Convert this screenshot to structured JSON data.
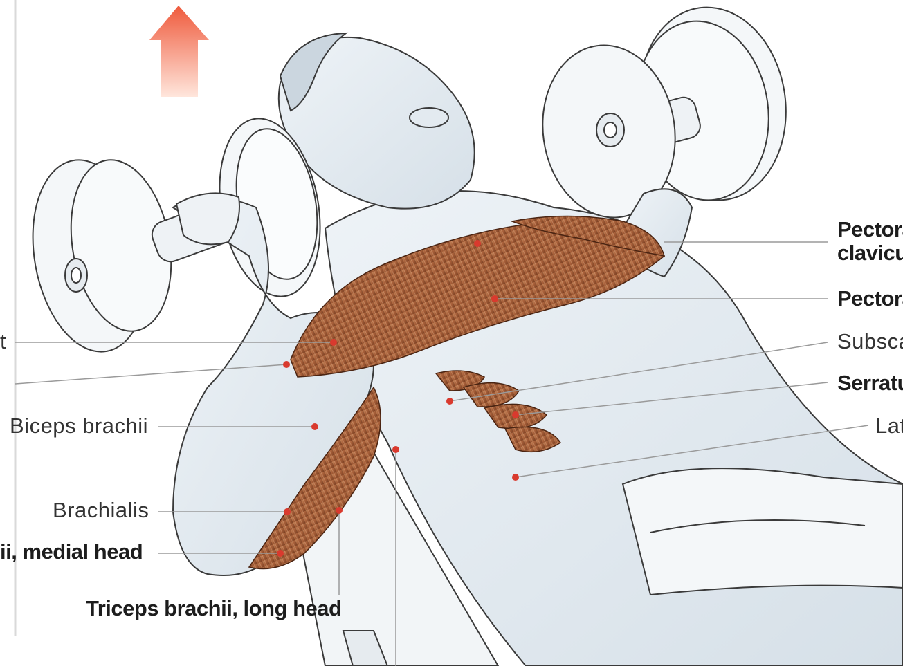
{
  "arrow_color": "#ef5a3c",
  "muscle_color": "#a8603a",
  "marker_color": "#d93a2e",
  "leader_color": "#9a9a9a",
  "labels": {
    "pectoralis_clavicular_line1": "Pectora",
    "pectoralis_clavicular_line2": "clavicu",
    "pectoralis_major": "Pectora",
    "subscapularis": "Subsca",
    "serratus": "Serratu",
    "latissimus": "Lat",
    "left_upper_cut": "t",
    "biceps_brachii": "Biceps brachii",
    "brachialis": "Brachialis",
    "triceps_medial": "ii, medial head",
    "triceps_long": "Triceps brachii, long head"
  }
}
